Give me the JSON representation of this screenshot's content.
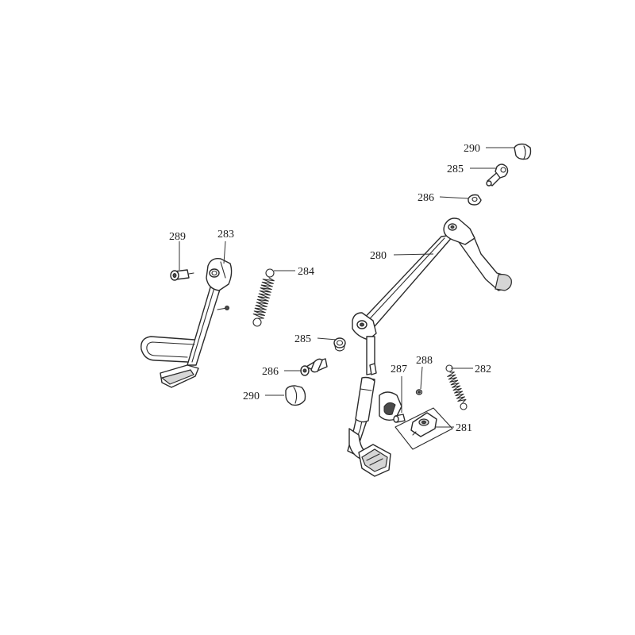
{
  "callouts": [
    {
      "id": "c290a",
      "label": "290"
    },
    {
      "id": "c285a",
      "label": "285"
    },
    {
      "id": "c286a",
      "label": "286"
    },
    {
      "id": "c289",
      "label": "289"
    },
    {
      "id": "c283",
      "label": "283"
    },
    {
      "id": "c284",
      "label": "284"
    },
    {
      "id": "c280",
      "label": "280"
    },
    {
      "id": "c285b",
      "label": "285"
    },
    {
      "id": "c286b",
      "label": "286"
    },
    {
      "id": "c287",
      "label": "287"
    },
    {
      "id": "c288",
      "label": "288"
    },
    {
      "id": "c282",
      "label": "282"
    },
    {
      "id": "c290b",
      "label": "290"
    },
    {
      "id": "c281",
      "label": "281"
    }
  ]
}
